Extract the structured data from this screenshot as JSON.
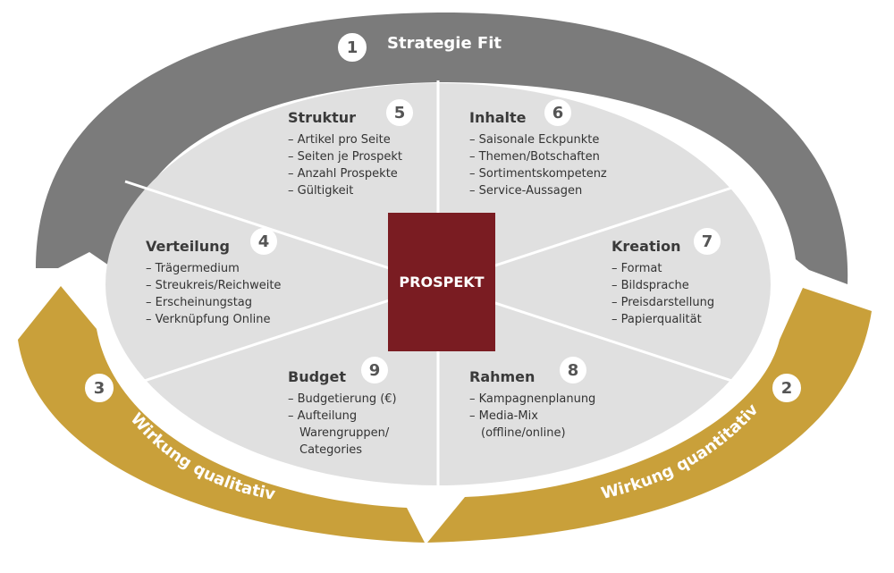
{
  "center": {
    "label": "PROSPEKT"
  },
  "arcs": {
    "top": {
      "number": "1",
      "label": "Strategie Fit"
    },
    "right": {
      "number": "2",
      "label": "Wirkung quantitativ"
    },
    "left": {
      "number": "3",
      "label": "Wirkung qualitativ"
    }
  },
  "segments": {
    "struktur": {
      "number": "5",
      "title": "Struktur",
      "items": [
        "– Artikel pro Seite",
        "– Seiten je Prospekt",
        "– Anzahl Prospekte",
        "– Gültigkeit"
      ]
    },
    "inhalte": {
      "number": "6",
      "title": "Inhalte",
      "items": [
        "– Saisonale Eckpunkte",
        "– Themen/Botschaften",
        "– Sortimentskompetenz",
        "– Service-Aussagen"
      ]
    },
    "verteilung": {
      "number": "4",
      "title": "Verteilung",
      "items": [
        "– Trägermedium",
        "– Streukreis/Reichweite",
        "– Erscheinungstag",
        "– Verknüpfung Online"
      ]
    },
    "kreation": {
      "number": "7",
      "title": "Kreation",
      "items": [
        "– Format",
        "– Bildsprache",
        "– Preisdarstellung",
        "– Papierqualität"
      ]
    },
    "budget": {
      "number": "9",
      "title": "Budget",
      "items": [
        "– Budgetierung (€)",
        "– Aufteilung",
        "  Warengruppen/",
        "  Categories"
      ]
    },
    "rahmen": {
      "number": "8",
      "title": "Rahmen",
      "items": [
        "– Kampagnenplanung",
        "– Media-Mix",
        "  (offline/online)"
      ]
    }
  },
  "colors": {
    "ellipse": "#e0e0e0",
    "top_arc": "#7b7b7b",
    "bottom_arcs": "#c9a03a",
    "core": "#7a1c22",
    "divider": "#ffffff"
  }
}
